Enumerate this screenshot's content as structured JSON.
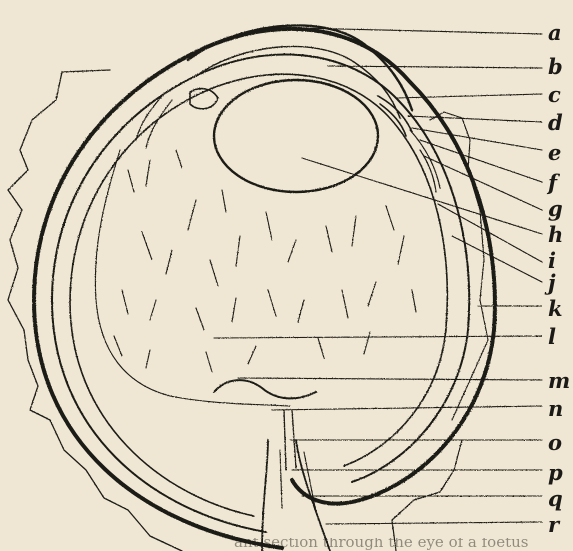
{
  "figure": {
    "labels": [
      "a",
      "b",
      "c",
      "d",
      "e",
      "f",
      "g",
      "h",
      "i",
      "j",
      "k",
      "l",
      "m",
      "n",
      "o",
      "p",
      "q",
      "r"
    ],
    "caption_fragment": "ant section through the eye of a foetus"
  },
  "colors": {
    "paper": "#efe7d3",
    "ink": "#1c1a17"
  }
}
